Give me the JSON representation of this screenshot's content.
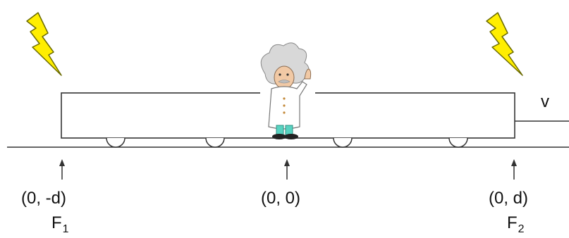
{
  "labels": {
    "velocity": "v",
    "coord_left": "(0, -d)",
    "coord_center": "(0, 0)",
    "coord_right": "(0, d)",
    "flash_left_main": "F",
    "flash_left_sub": "1",
    "flash_right_main": "F",
    "flash_right_sub": "2"
  },
  "colors": {
    "lightning_fill": "#ffee00",
    "lightning_stroke": "#6a6a00",
    "line": "#333333",
    "pants": "#58d3c1",
    "coat": "#ffffff",
    "hair": "#c9c9c9",
    "skin": "#f1c9a5",
    "shoes": "#222222"
  },
  "icons": {
    "lightning_left": "lightning-bolt-icon",
    "lightning_right": "lightning-bolt-icon",
    "observer": "einstein-figure"
  }
}
